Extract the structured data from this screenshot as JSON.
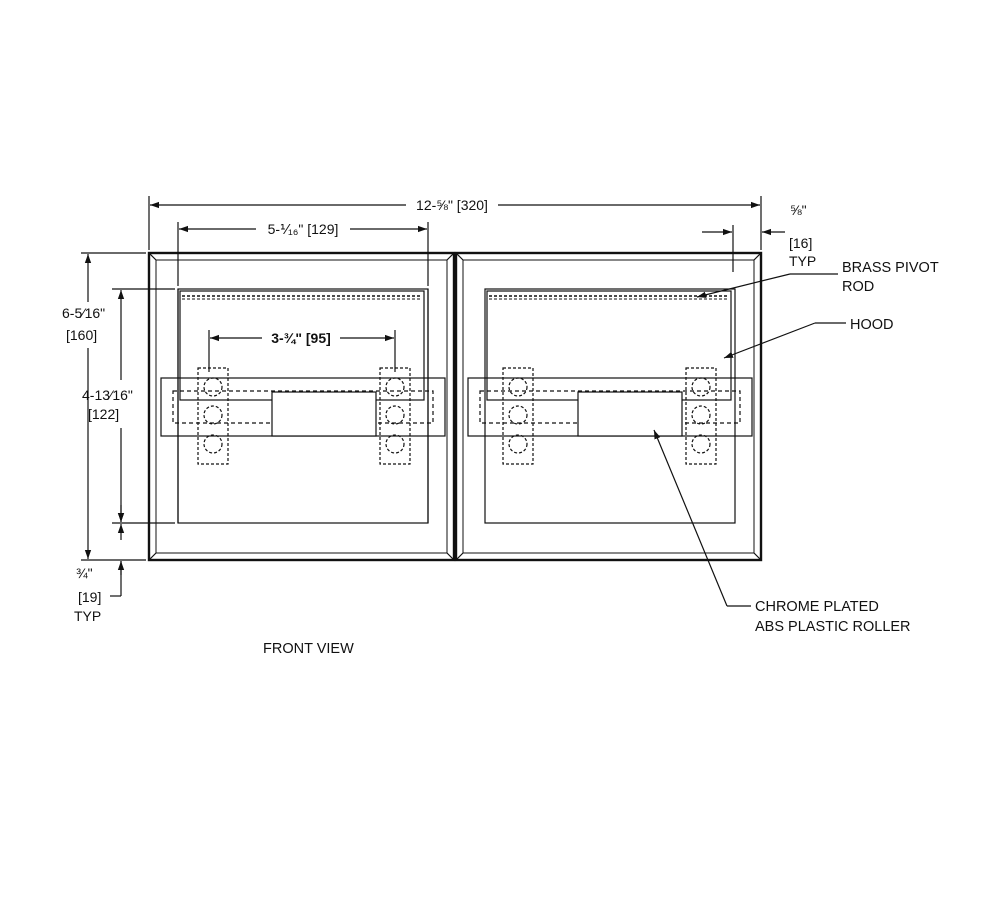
{
  "dimensions": {
    "overall_width": "12-⅝\" [320]",
    "inner_width": "5-⅟₁₆\" [129]",
    "roller_spacing": "3-¾\" [95]",
    "flange_top_inch": "⅝\"",
    "flange_top_mm": "[16]",
    "flange_top_typ": "TYP",
    "overall_height_inch": "6-5⁄16\"",
    "overall_height_mm": "[160]",
    "opening_height_inch": "4-13⁄16\"",
    "opening_height_mm": "[122]",
    "flange_bottom_inch": "¾\"",
    "flange_bottom_mm": "[19]",
    "flange_bottom_typ": "TYP"
  },
  "callouts": {
    "brass_pivot_rod_line1": "BRASS PIVOT",
    "brass_pivot_rod_line2": "ROD",
    "hood": "HOOD",
    "roller_line1": "CHROME PLATED",
    "roller_line2": "ABS PLASTIC ROLLER"
  },
  "view_title": "FRONT VIEW",
  "colors": {
    "line": "#111111",
    "background": "#ffffff"
  }
}
